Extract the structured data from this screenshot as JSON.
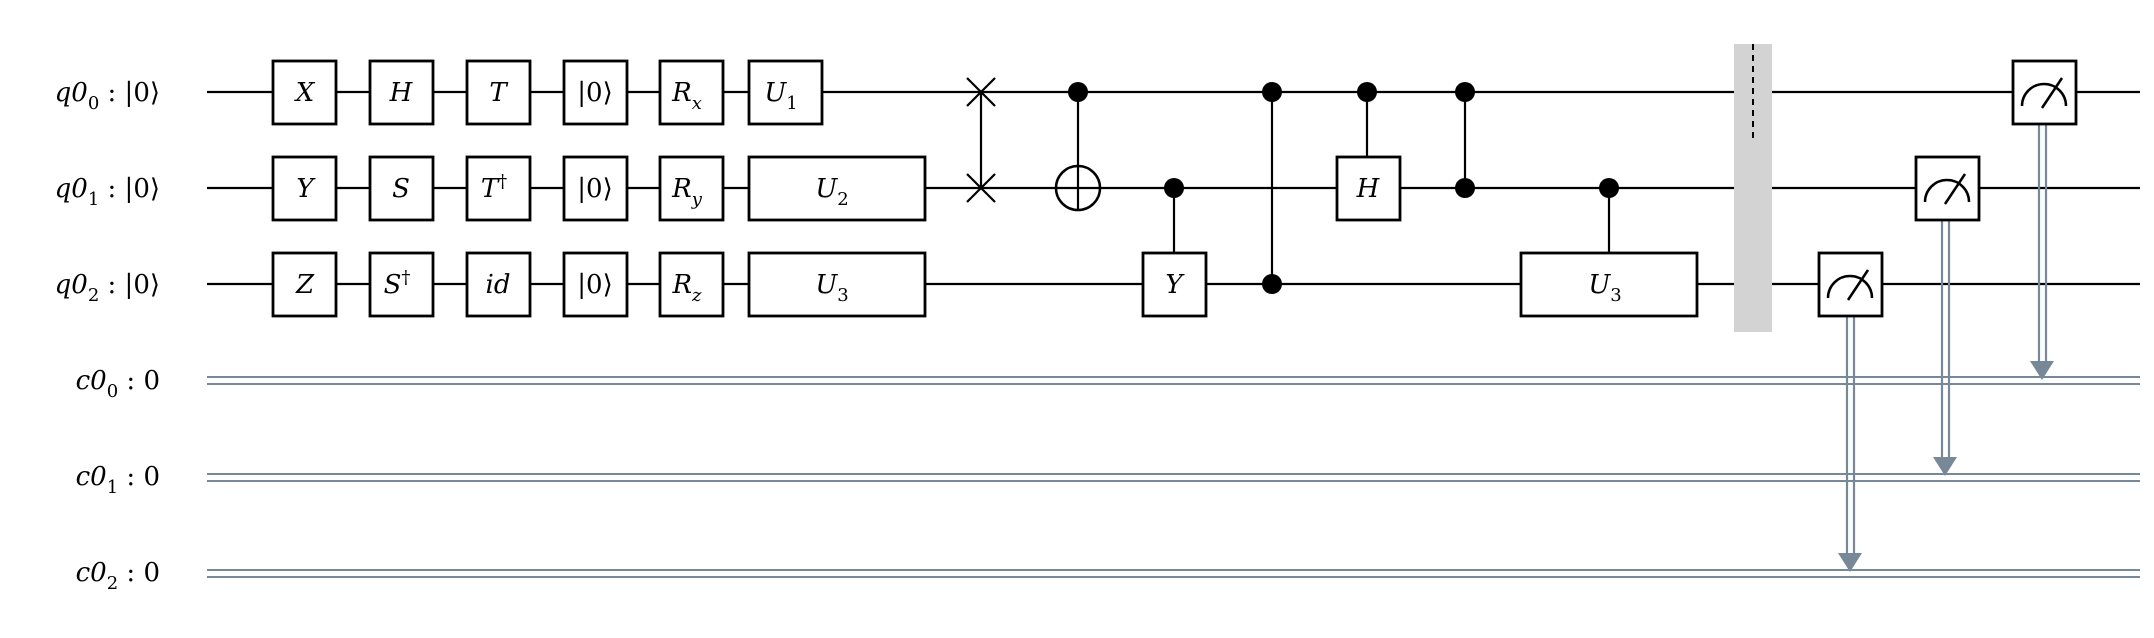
{
  "qubits": [
    {
      "reg": "q0",
      "idx": "0",
      "init": " : |0⟩"
    },
    {
      "reg": "q0",
      "idx": "1",
      "init": " : |0⟩"
    },
    {
      "reg": "q0",
      "idx": "2",
      "init": " : |0⟩"
    }
  ],
  "clbits": [
    {
      "reg": "c0",
      "idx": "0",
      "init": " :  0"
    },
    {
      "reg": "c0",
      "idx": "1",
      "init": " :  0"
    },
    {
      "reg": "c0",
      "idx": "2",
      "init": " :  0"
    }
  ],
  "gates": [
    {
      "wire": 0,
      "text": "X"
    },
    {
      "wire": 1,
      "text": "Y"
    },
    {
      "wire": 2,
      "text": "Z"
    },
    {
      "wire": 0,
      "text": "H"
    },
    {
      "wire": 1,
      "text": "S"
    },
    {
      "wire": 2,
      "text": "S",
      "sup": "†"
    },
    {
      "wire": 0,
      "text": "T"
    },
    {
      "wire": 1,
      "text": "T",
      "sup": "†"
    },
    {
      "wire": 2,
      "text": "id"
    },
    {
      "wire": 0,
      "text": "|0⟩"
    },
    {
      "wire": 1,
      "text": "|0⟩"
    },
    {
      "wire": 2,
      "text": "|0⟩"
    },
    {
      "wire": 0,
      "text": "R",
      "sub": "x"
    },
    {
      "wire": 1,
      "text": "R",
      "sub": "y"
    },
    {
      "wire": 2,
      "text": "R",
      "sub": "z"
    },
    {
      "wire": 0,
      "text": "U",
      "sub": "1"
    },
    {
      "wire": 1,
      "text": "U",
      "sub": "2"
    },
    {
      "wire": 2,
      "text": "U",
      "sub": "3"
    },
    {
      "wire": 1,
      "text": "H",
      "control": 0
    },
    {
      "wire": 2,
      "text": "Y",
      "control": 1
    },
    {
      "wire": 2,
      "text": "U",
      "sub": "3",
      "control": 1
    }
  ],
  "operations": [
    {
      "type": "swap",
      "wires": [
        0,
        1
      ]
    },
    {
      "type": "cx",
      "control": 0,
      "target": 1
    },
    {
      "type": "cz",
      "wires": [
        0,
        2
      ]
    },
    {
      "type": "cz",
      "wires": [
        0,
        1
      ]
    },
    {
      "type": "barrier",
      "wires": [
        0,
        1,
        2
      ]
    },
    {
      "type": "measure",
      "qubit": 2,
      "clbit": 2
    },
    {
      "type": "measure",
      "qubit": 1,
      "clbit": 1
    },
    {
      "type": "measure",
      "qubit": 0,
      "clbit": 0
    }
  ],
  "colors": {
    "wire": "#000000",
    "classical": "#778899",
    "barrier": "#d3d3d3"
  }
}
